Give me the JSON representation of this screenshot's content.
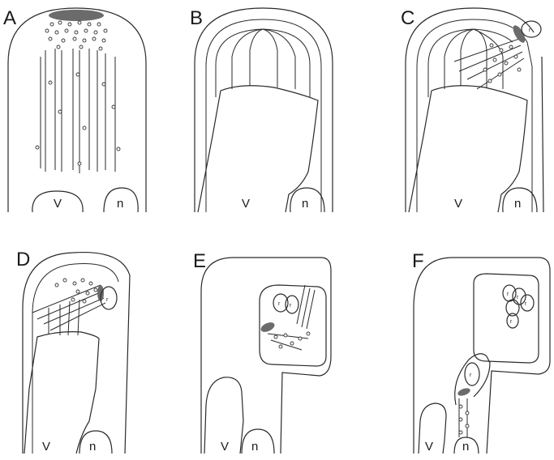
{
  "panels": [
    {
      "id": "A",
      "letter": "A",
      "vacuole_label": "V",
      "nucleus_label": "n"
    },
    {
      "id": "B",
      "letter": "B",
      "vacuole_label": "V",
      "nucleus_label": "n"
    },
    {
      "id": "C",
      "letter": "C",
      "vacuole_label": "V",
      "nucleus_label": "n",
      "bacterium_label": "r"
    },
    {
      "id": "D",
      "letter": "D",
      "vacuole_label": "V",
      "nucleus_label": "n",
      "bacterium_label": "r"
    },
    {
      "id": "E",
      "letter": "E",
      "vacuole_label": "V",
      "nucleus_label": "n",
      "bacterium_label": "r"
    },
    {
      "id": "F",
      "letter": "F",
      "vacuole_label": "V",
      "nucleus_label": "n",
      "bacterium_label": "r"
    }
  ]
}
